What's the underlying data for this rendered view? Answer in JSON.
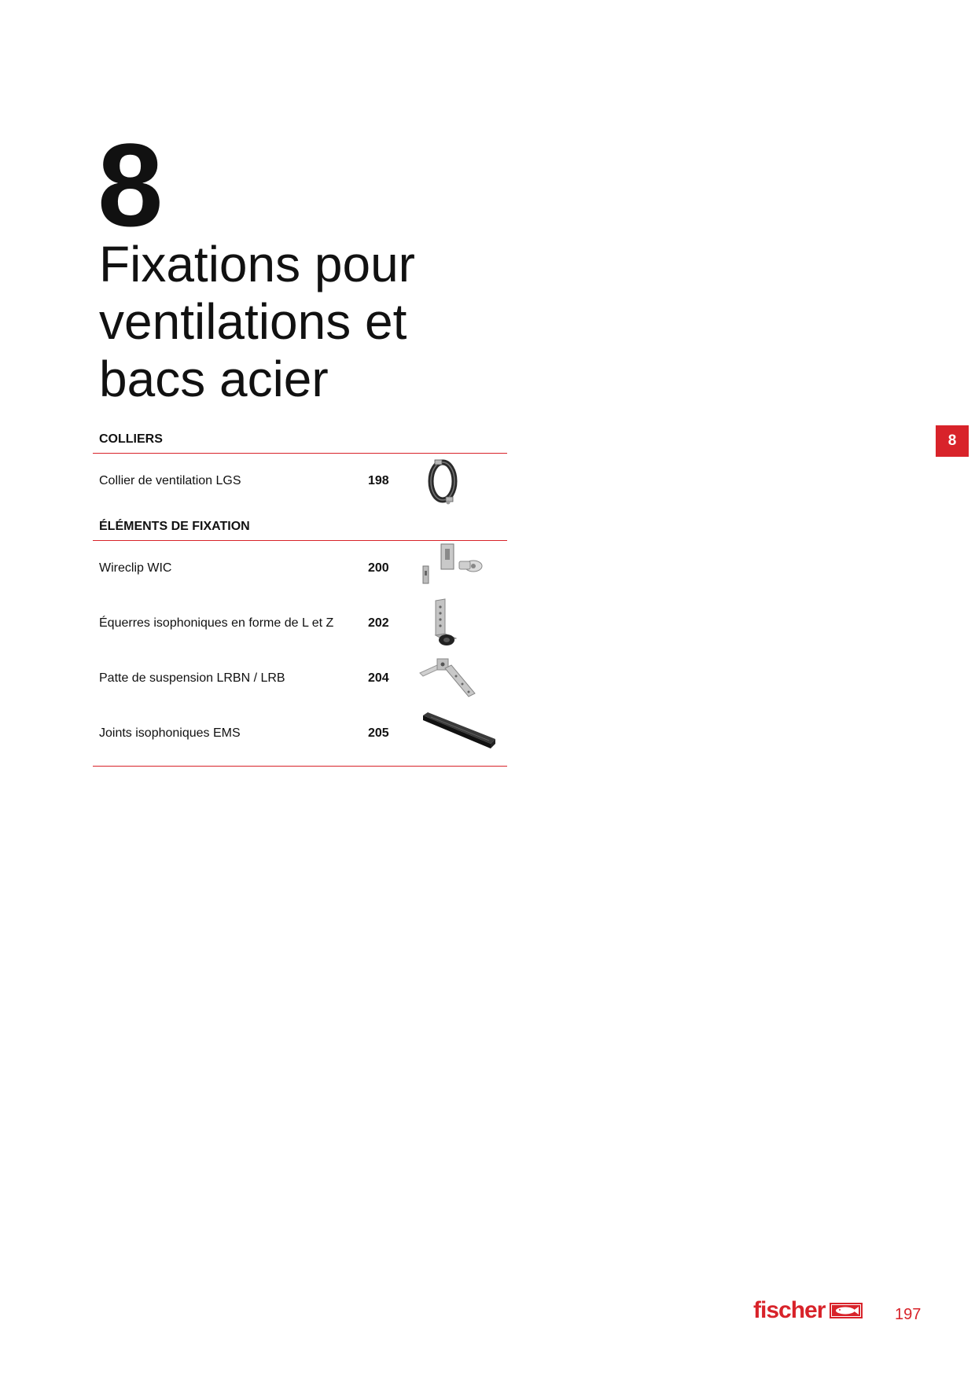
{
  "chapter": {
    "number": "8",
    "title_lines": [
      "Fixations pour",
      "ventilations et",
      "bacs acier"
    ]
  },
  "sections": [
    {
      "heading": "COLLIERS",
      "items": [
        {
          "label": "Collier de ventilation LGS",
          "page": "198",
          "icon": "ventilation-collar-icon"
        }
      ]
    },
    {
      "heading": "ÉLÉMENTS DE FIXATION",
      "items": [
        {
          "label": "Wireclip WIC",
          "page": "200",
          "icon": "wireclip-icon"
        },
        {
          "label": "Équerres isophoniques en forme de L et Z",
          "page": "202",
          "icon": "isophonic-bracket-icon"
        },
        {
          "label": "Patte de suspension LRBN / LRB",
          "page": "204",
          "icon": "suspension-strap-icon"
        },
        {
          "label": "Joints isophoniques EMS",
          "page": "205",
          "icon": "isophonic-joint-icon"
        }
      ]
    }
  ],
  "tab_marker": "8",
  "footer": {
    "brand": "fischer",
    "page_number": "197"
  },
  "colors": {
    "accent": "#d8232a",
    "text": "#111111"
  }
}
